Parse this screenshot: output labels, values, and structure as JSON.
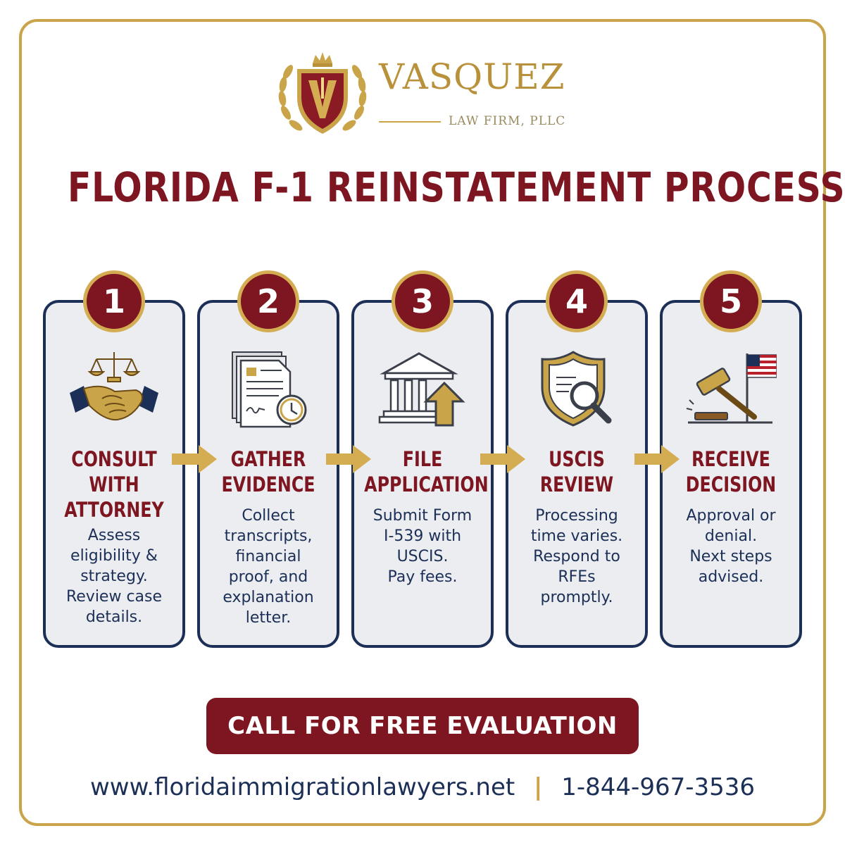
{
  "brand": {
    "name": "VASQUEZ",
    "subtitle": "LAW FIRM, PLLC"
  },
  "title": "FLORIDA F-1 REINSTATEMENT PROCESS",
  "steps": [
    {
      "number": "1",
      "icon": "scales-handshake-icon",
      "heading": [
        "CONSULT",
        "WITH",
        "ATTORNEY"
      ],
      "description": [
        "Assess",
        "eligibility &",
        "strategy.",
        "Review case",
        "details."
      ]
    },
    {
      "number": "2",
      "icon": "documents-clock-icon",
      "heading": [
        "GATHER",
        "EVIDENCE"
      ],
      "description": [
        "Collect",
        "transcripts,",
        "financial",
        "proof, and",
        "explanation",
        "letter."
      ]
    },
    {
      "number": "3",
      "icon": "courthouse-upload-icon",
      "heading": [
        "FILE",
        "APPLICATION"
      ],
      "description": [
        "Submit Form",
        "I-539 with",
        "USCIS.",
        "Pay fees."
      ]
    },
    {
      "number": "4",
      "icon": "shield-magnifier-icon",
      "heading": [
        "USCIS",
        "REVIEW"
      ],
      "description": [
        "Processing",
        "time varies.",
        "Respond to",
        "RFEs",
        "promptly."
      ]
    },
    {
      "number": "5",
      "icon": "gavel-flag-icon",
      "heading": [
        "RECEIVE",
        "DECISION"
      ],
      "description": [
        "Approval or",
        "denial.",
        "Next steps",
        "advised."
      ]
    }
  ],
  "cta": {
    "label": "CALL FOR FREE EVALUATION"
  },
  "footer": {
    "website": "www.floridaimmigrationlawyers.net",
    "separator": "|",
    "phone": "1-844-967-3536"
  },
  "colors": {
    "maroon": "#7d1620",
    "gold": "#c9a448",
    "navy": "#1b2f57",
    "card": "#ecedf0"
  }
}
